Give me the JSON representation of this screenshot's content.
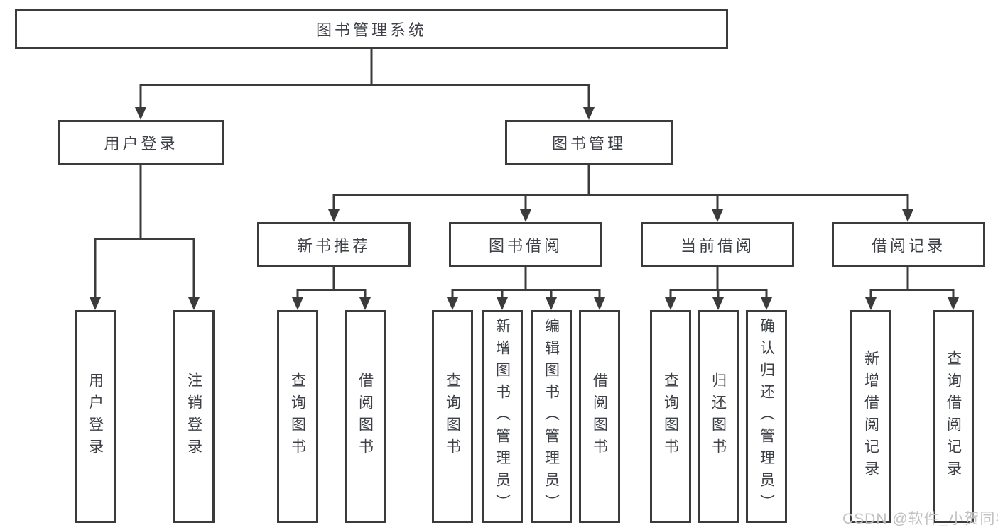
{
  "root": {
    "label": "图书管理系统"
  },
  "level2": {
    "user": {
      "label": "用户登录"
    },
    "book": {
      "label": "图书管理"
    }
  },
  "level3": {
    "newbook": {
      "label": "新书推荐"
    },
    "borrow": {
      "label": "图书借阅"
    },
    "current": {
      "label": "当前借阅"
    },
    "records": {
      "label": "借阅记录"
    }
  },
  "leaves": {
    "user": [
      {
        "label": "用户登录"
      },
      {
        "label": "注销登录"
      }
    ],
    "newbook": [
      {
        "label": "查询图书"
      },
      {
        "label": "借阅图书"
      }
    ],
    "borrow": [
      {
        "label": "查询图书"
      },
      {
        "label": "新增图书（管理员）"
      },
      {
        "label": "编辑图书（管理员）"
      },
      {
        "label": "借阅图书"
      }
    ],
    "current": [
      {
        "label": "查询图书"
      },
      {
        "label": "归还图书"
      },
      {
        "label": "确认归还（管理员）"
      }
    ],
    "records": [
      {
        "label": "新增借阅记录"
      },
      {
        "label": "查询借阅记录"
      }
    ]
  },
  "watermark": "CSDN @软件_小贺同学",
  "colors": {
    "line": "#3b3b3b",
    "text": "#3d4147",
    "watermark": "#c2c1c1",
    "background": "#ffffff"
  }
}
